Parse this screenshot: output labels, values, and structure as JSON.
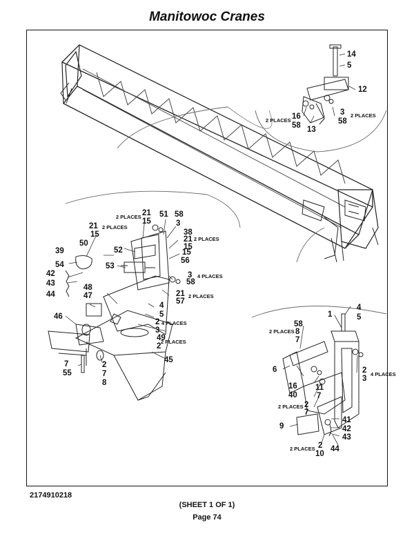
{
  "header": {
    "title": "Manitowoc Cranes"
  },
  "footer": {
    "doc_number": "2174910218",
    "sheet": "(SHEET 1 OF 1)",
    "page": "Page 74"
  },
  "callouts": {
    "top": [
      "14",
      "5",
      "12",
      "16",
      "58",
      "13",
      "3",
      "58"
    ],
    "left": [
      "21",
      "15",
      "51",
      "58",
      "3",
      "38",
      "21",
      "15",
      "21",
      "15",
      "50",
      "39",
      "52",
      "15",
      "56",
      "54",
      "42",
      "43",
      "44",
      "53",
      "3",
      "58",
      "21",
      "57",
      "48",
      "47",
      "4",
      "5",
      "46",
      "2",
      "3",
      "49",
      "2",
      "45",
      "7",
      "55",
      "2",
      "7",
      "8"
    ],
    "right": [
      "4",
      "5",
      "1",
      "58",
      "8",
      "7",
      "6",
      "16",
      "40",
      "2",
      "3",
      "11",
      "7",
      "2",
      "7",
      "9",
      "41",
      "42",
      "43",
      "2",
      "10",
      "44"
    ]
  },
  "notes": {
    "two_places": "2 PLACES",
    "four_places": "4 PLACES"
  }
}
